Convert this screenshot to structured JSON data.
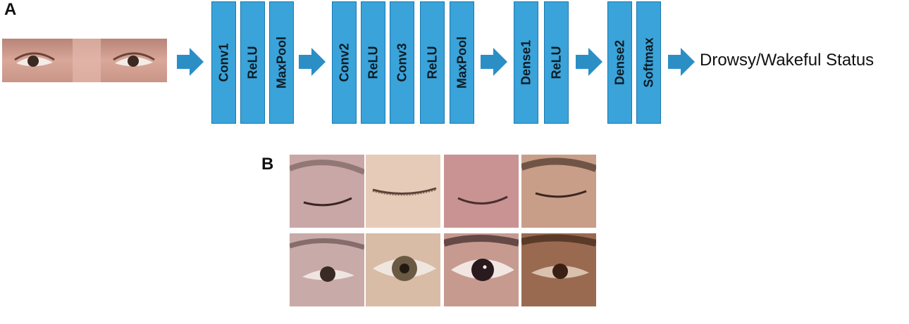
{
  "panels": {
    "a": "A",
    "b": "B"
  },
  "layers": [
    {
      "label": "Conv1"
    },
    {
      "label": "ReLU"
    },
    {
      "label": "MaxPool"
    },
    {
      "label": "Conv2"
    },
    {
      "label": "ReLU"
    },
    {
      "label": "Conv3"
    },
    {
      "label": "ReLU"
    },
    {
      "label": "MaxPool"
    },
    {
      "label": "Dense1"
    },
    {
      "label": "ReLU"
    },
    {
      "label": "Dense2"
    },
    {
      "label": "Softmax"
    }
  ],
  "output": "Drowsy/Wakeful Status",
  "colors": {
    "layer_fill": "#3aa3d9",
    "layer_border": "#1b78ad",
    "arrow": "#2b8fc6"
  },
  "examples": {
    "closed_row": [
      "closed-eye-photo",
      "closed-eye-photo",
      "closed-eye-photo",
      "closed-eye-photo"
    ],
    "open_row": [
      "open-eye-photo",
      "open-eye-photo",
      "open-eye-photo",
      "open-eye-photo"
    ]
  }
}
